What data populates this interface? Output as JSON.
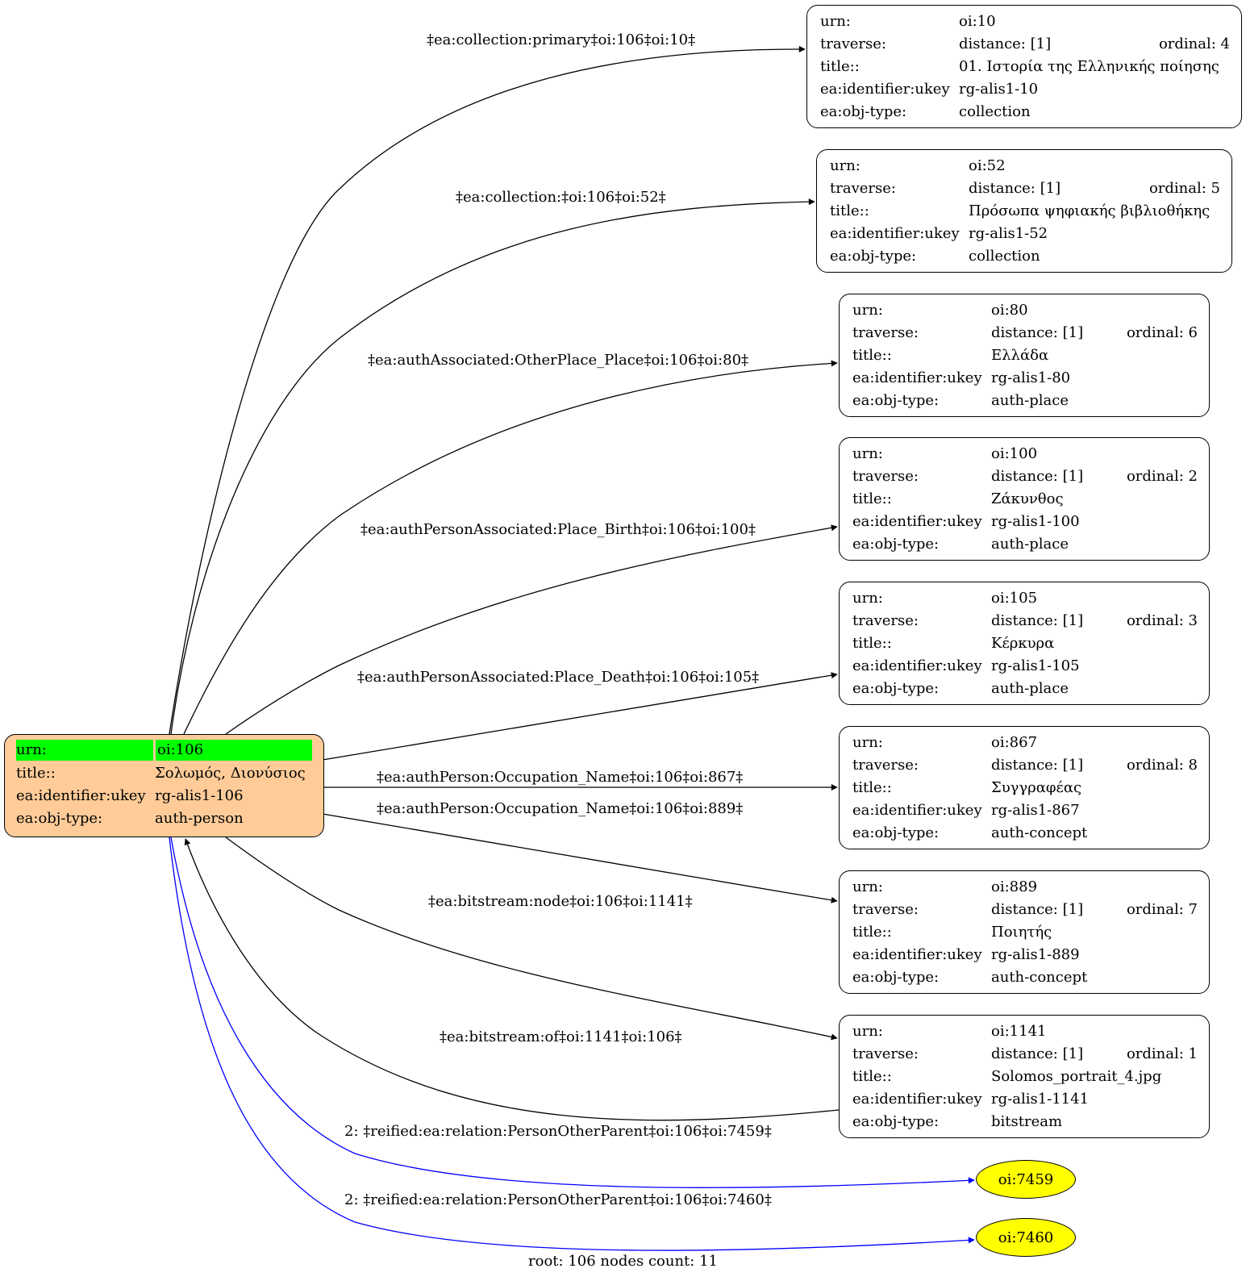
{
  "root": {
    "rows": [
      {
        "key": "urn:",
        "value": "oi:106"
      },
      {
        "key": "title::",
        "value": "Σολωμός, Διονύσιος"
      },
      {
        "key": "ea:identifier:ukey",
        "value": "rg-alis1-106"
      },
      {
        "key": "ea:obj-type:",
        "value": "auth-person"
      }
    ],
    "fill_color": "#ffcc99",
    "highlight_color": "#00ff00"
  },
  "nodes": [
    {
      "urn": "oi:10",
      "distance": "distance: [1]",
      "ordinal": "ordinal: 4",
      "title": "01. Ιστορία της Ελληνικής ποίησης",
      "ukey": "rg-alis1-10",
      "obj_type": "collection"
    },
    {
      "urn": "oi:52",
      "distance": "distance: [1]",
      "ordinal": "ordinal: 5",
      "title": "Πρόσωπα ψηφιακής βιβλιοθήκης",
      "ukey": "rg-alis1-52",
      "obj_type": "collection"
    },
    {
      "urn": "oi:80",
      "distance": "distance: [1]",
      "ordinal": "ordinal: 6",
      "title": "Ελλάδα",
      "ukey": "rg-alis1-80",
      "obj_type": "auth-place"
    },
    {
      "urn": "oi:100",
      "distance": "distance: [1]",
      "ordinal": "ordinal: 2",
      "title": "Ζάκυνθος",
      "ukey": "rg-alis1-100",
      "obj_type": "auth-place"
    },
    {
      "urn": "oi:105",
      "distance": "distance: [1]",
      "ordinal": "ordinal: 3",
      "title": "Κέρκυρα",
      "ukey": "rg-alis1-105",
      "obj_type": "auth-place"
    },
    {
      "urn": "oi:867",
      "distance": "distance: [1]",
      "ordinal": "ordinal: 8",
      "title": "Συγγραφέας",
      "ukey": "rg-alis1-867",
      "obj_type": "auth-concept"
    },
    {
      "urn": "oi:889",
      "distance": "distance: [1]",
      "ordinal": "ordinal: 7",
      "title": "Ποιητής",
      "ukey": "rg-alis1-889",
      "obj_type": "auth-concept"
    },
    {
      "urn": "oi:1141",
      "distance": "distance: [1]",
      "ordinal": "ordinal: 1",
      "title": "Solomos_portrait_4.jpg",
      "ukey": "rg-alis1-1141",
      "obj_type": "bitstream"
    }
  ],
  "field_labels": {
    "urn": "urn:",
    "traverse": "traverse:",
    "title": "title::",
    "ukey": "ea:identifier:ukey",
    "obj_type": "ea:obj-type:"
  },
  "ellipses": [
    {
      "label": "oi:7459"
    },
    {
      "label": "oi:7460"
    }
  ],
  "ellipse_color": "#ffff00",
  "edges": [
    {
      "label": "‡ea:collection:primary‡oi:106‡oi:10‡",
      "color": "#000000"
    },
    {
      "label": "‡ea:collection:‡oi:106‡oi:52‡",
      "color": "#000000"
    },
    {
      "label": "‡ea:authAssociated:OtherPlace_Place‡oi:106‡oi:80‡",
      "color": "#000000"
    },
    {
      "label": "‡ea:authPersonAssociated:Place_Birth‡oi:106‡oi:100‡",
      "color": "#000000"
    },
    {
      "label": "‡ea:authPersonAssociated:Place_Death‡oi:106‡oi:105‡",
      "color": "#000000"
    },
    {
      "label": "‡ea:authPerson:Occupation_Name‡oi:106‡oi:867‡",
      "color": "#000000"
    },
    {
      "label": "‡ea:authPerson:Occupation_Name‡oi:106‡oi:889‡",
      "color": "#000000"
    },
    {
      "label": "‡ea:bitstream:node‡oi:106‡oi:1141‡",
      "color": "#000000"
    },
    {
      "label": "‡ea:bitstream:of‡oi:1141‡oi:106‡",
      "color": "#000000"
    },
    {
      "label": "2: ‡reified:ea:relation:PersonOtherParent‡oi:106‡oi:7459‡",
      "color": "#0000ff"
    },
    {
      "label": "2: ‡reified:ea:relation:PersonOtherParent‡oi:106‡oi:7460‡",
      "color": "#0000ff"
    }
  ],
  "footer": "root: 106 nodes count: 11"
}
